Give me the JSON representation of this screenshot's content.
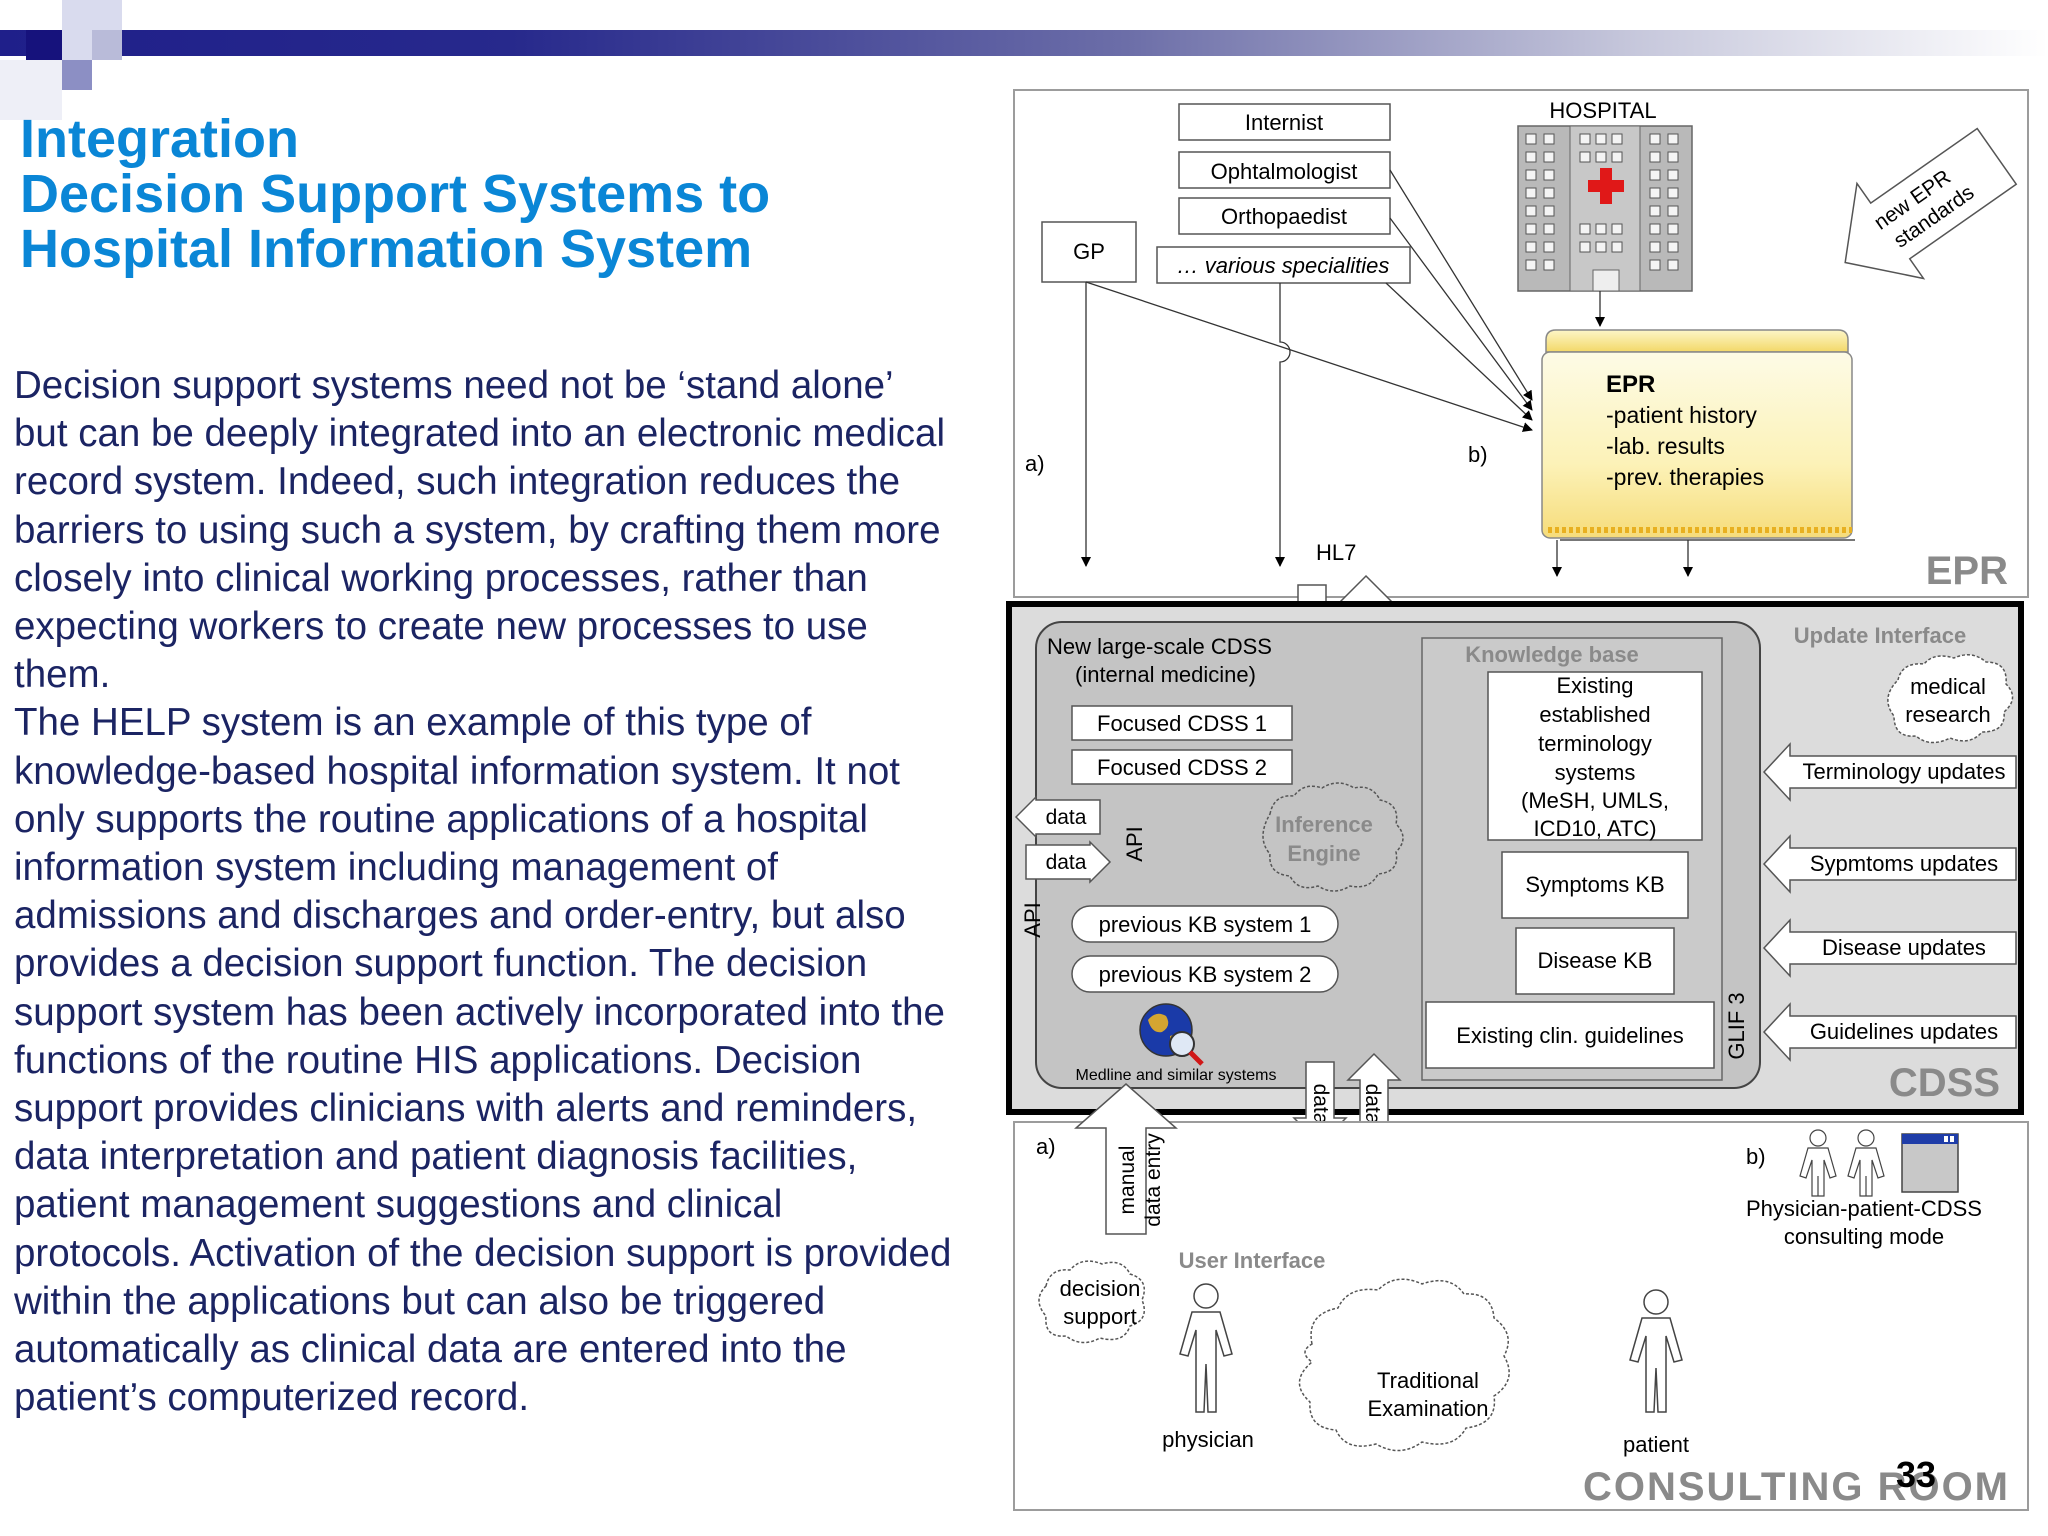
{
  "slide": {
    "title_lines": [
      "Integration",
      "Decision Support Systems to",
      "Hospital Information System"
    ],
    "body_paragraphs": [
      "Decision support systems need not be ‘stand alone’ but can be deeply integrated into an electronic medical record system. Indeed, such integration reduces the barriers to using such a system, by crafting them more closely into clinical working processes, rather than expecting workers to create new processes to use them.",
      "The HELP system is an example of this type of knowledge-based hospital information system. It not only supports the routine applications of a hospital information system including management of admissions and discharges and order-entry, but also provides a decision support function. The decision support system has been actively incorporated into the functions of the routine HIS applications. Decision support provides clinicians with alerts and reminders, data interpretation and patient diagnosis facilities, patient management suggestions and clinical protocols. Activation of the decision support is provided within the applications but can also be triggered automatically as clinical data are entered into the patient’s computerized record."
    ],
    "page_number": "33"
  },
  "epr": {
    "section_label": "EPR",
    "gp": "GP",
    "specialists": [
      "Internist",
      "Ophtalmologist",
      "Orthopaedist",
      "… various specialities"
    ],
    "hospital": "HOSPITAL",
    "new_standards_lines": [
      "new EPR",
      "standards"
    ],
    "record_title": "EPR",
    "record_items": [
      "-patient history",
      "-lab. results",
      "-prev. therapies"
    ],
    "label_a": "a)",
    "label_b": "b)",
    "hl7": "HL7"
  },
  "cdss": {
    "section_label": "CDSS",
    "new_cdss_lines": [
      "New large-scale CDSS",
      "(internal medicine)"
    ],
    "focused": [
      "Focused CDSS 1",
      "Focused CDSS 2"
    ],
    "data": "data",
    "api": "API",
    "inference_lines": [
      "Inference",
      "Engine"
    ],
    "previous_kb": [
      "previous KB system 1",
      "previous KB system 2"
    ],
    "medline": "Medline and similar systems",
    "kb_title": "Knowledge base",
    "terminology_lines": [
      "Existing",
      "established",
      "terminology",
      "systems",
      "(MeSH, UMLS,",
      "ICD10, ATC)"
    ],
    "symptoms_kb": "Symptoms KB",
    "disease_kb": "Disease KB",
    "guidelines": "Existing clin. guidelines",
    "glif": "GLIF 3",
    "update_interface": "Update Interface",
    "medical_research_lines": [
      "medical",
      "research"
    ],
    "updates": [
      "Terminology updates",
      "Sypmtoms updates",
      "Disease updates",
      "Guidelines updates"
    ]
  },
  "room": {
    "section_label": "CONSULTING ROOM",
    "label_a": "a)",
    "label_b": "b)",
    "manual_entry_lines": [
      "manual",
      "data entry"
    ],
    "user_interface": "User Interface",
    "decision_support_lines": [
      "decision",
      "support"
    ],
    "physician": "physician",
    "patient": "patient",
    "traditional_lines": [
      "Traditional",
      "Examination"
    ],
    "consulting_mode_lines": [
      "Physician-patient-CDSS",
      "consulting mode"
    ]
  }
}
